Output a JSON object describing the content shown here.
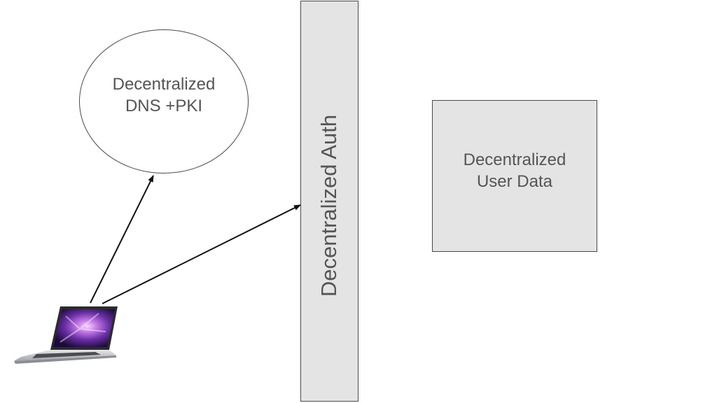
{
  "nodes": {
    "dns_pki": {
      "line1": "Decentralized",
      "line2": "DNS +PKI"
    },
    "auth": {
      "label": "Decentralized Auth"
    },
    "user_data": {
      "line1": "Decentralized",
      "line2": "User Data"
    }
  },
  "edges": [
    {
      "from": "laptop",
      "to": "dns_pki"
    },
    {
      "from": "laptop",
      "to": "auth"
    }
  ],
  "colors": {
    "box_fill": "#e4e4e4",
    "stroke": "#4a4a4a",
    "text": "#555555"
  },
  "icons": {
    "client": "laptop-icon"
  }
}
